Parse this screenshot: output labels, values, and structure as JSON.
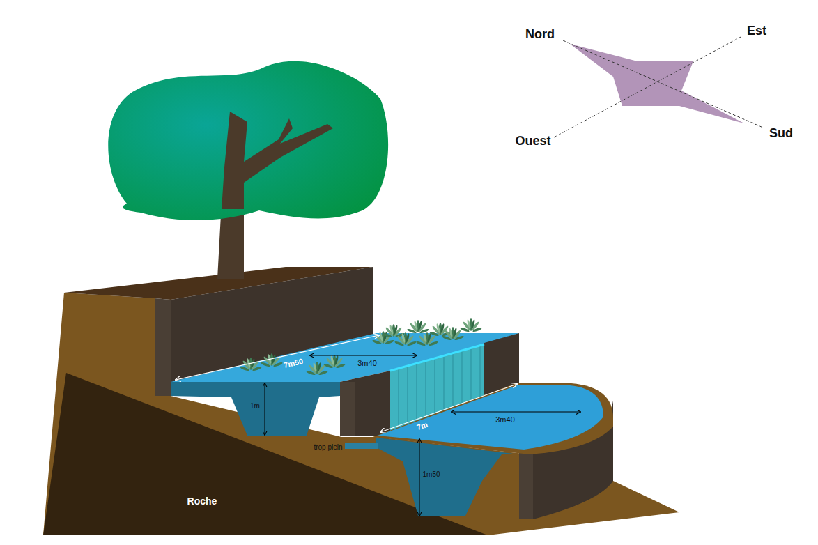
{
  "diagram": {
    "labels": [
      "Nord",
      "Est",
      "Ouest",
      "Sud",
      "7m50",
      "3m40",
      "1m",
      "trop plein",
      "7m",
      "3m40",
      "1m50",
      "Roche"
    ]
  }
}
